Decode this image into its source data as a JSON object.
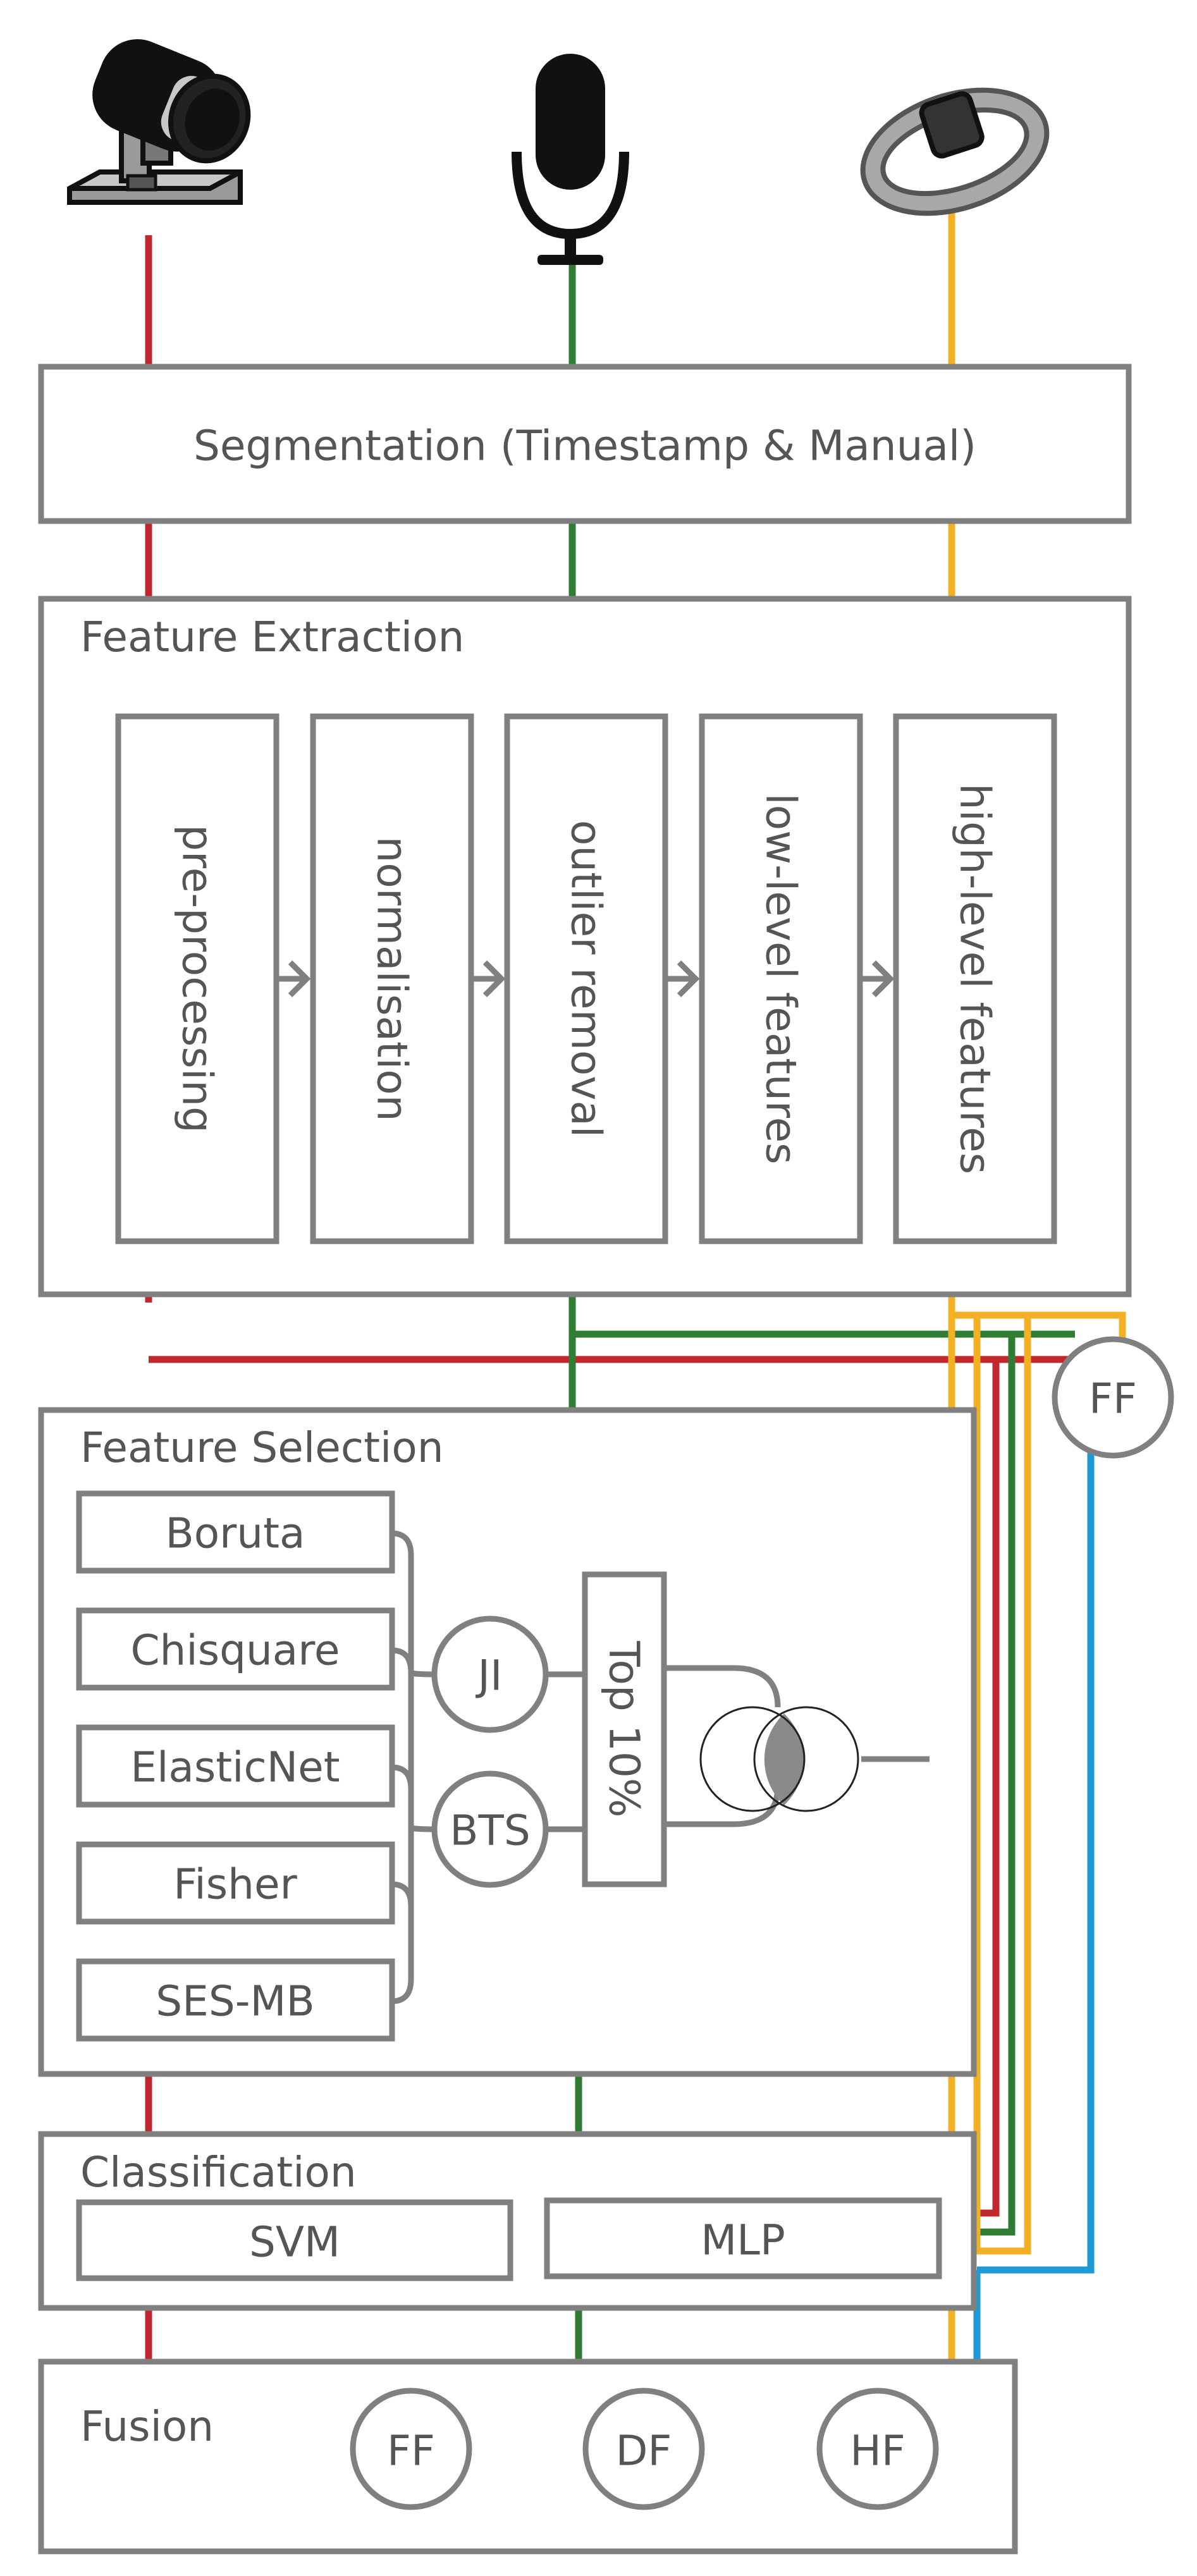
{
  "colors": {
    "camera": "#c0282d",
    "microphone": "#2e7d32",
    "wristband": "#f2b125",
    "fusion_ff": "#1e9ad6",
    "border": "#808080",
    "text": "#555555"
  },
  "icons": {
    "camera": "camera-icon",
    "microphone": "microphone-icon",
    "wristband": "wristband-icon",
    "venn": "venn-intersection-icon"
  },
  "segmentation": {
    "title": "Segmentation (Timestamp & Manual)"
  },
  "feature_extraction": {
    "title": "Feature Extraction",
    "steps": [
      "pre-processing",
      "normalisation",
      "outlier removal",
      "low-level features",
      "high-level features"
    ]
  },
  "early_fusion_node": "FF",
  "feature_selection": {
    "title": "Feature Selection",
    "methods": [
      "Boruta",
      "Chisquare",
      "ElasticNet",
      "Fisher",
      "SES-MB"
    ],
    "aggregators": [
      "JI",
      "BTS"
    ],
    "top": "Top 10%"
  },
  "classification": {
    "title": "Classification",
    "classifiers": [
      "SVM",
      "MLP"
    ]
  },
  "fusion": {
    "title": "Fusion",
    "types": [
      "FF",
      "DF",
      "HF"
    ]
  }
}
